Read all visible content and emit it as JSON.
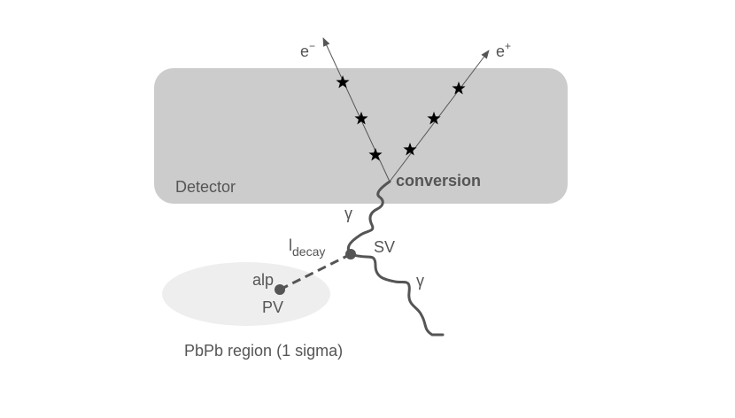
{
  "labels": {
    "detector": "Detector",
    "conversion": "conversion",
    "electron": "e",
    "electron_sign": "−",
    "positron": "e",
    "positron_sign": "+",
    "gamma_upper": "γ",
    "gamma_lower": "γ",
    "l_main": "l",
    "l_sub": "decay",
    "sv": "SV",
    "alp": "alp",
    "pv": "PV",
    "region": "PbPb region (1 sigma)"
  },
  "colors": {
    "detector_fill": "#cccccc",
    "region_fill": "#eeeeee",
    "line": "#555555",
    "text": "#555555",
    "star": "#000000"
  },
  "icons": {
    "hit_marker": "star-icon",
    "vertex": "dot-icon"
  }
}
